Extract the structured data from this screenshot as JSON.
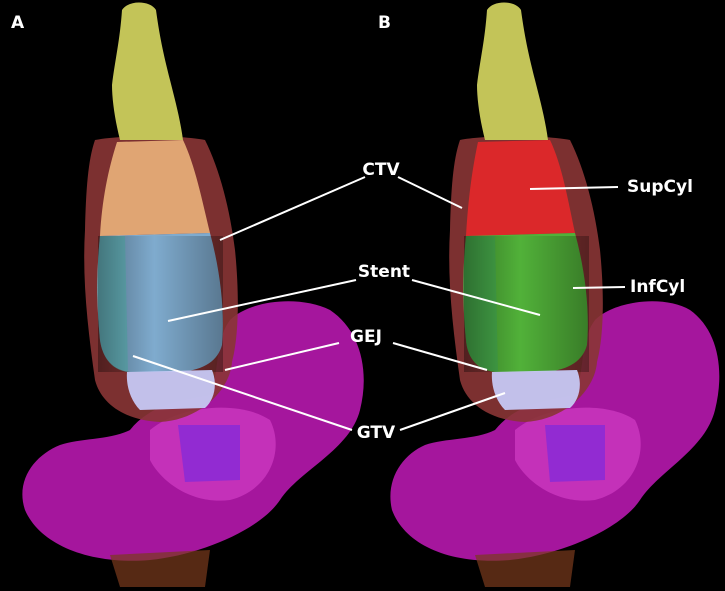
{
  "panels": {
    "a": {
      "letter": "A"
    },
    "b": {
      "letter": "B"
    }
  },
  "labels": {
    "ctv": "CTV",
    "stent": "Stent",
    "gej": "GEJ",
    "gtv": "GTV",
    "supcyl": "SupCyl",
    "infcyl": "InfCyl"
  },
  "colors": {
    "background": "#000000",
    "esophagus": "#c3c458",
    "ctv_shell": "#8a3535",
    "ctv_upper": "#e8b07a",
    "stent_blue": "#7fb6dc",
    "supcyl_red": "#e0282a",
    "infcyl_green": "#4fb83a",
    "gej_lavender": "#c6c8f4",
    "gtv_magenta": "#c21ab8",
    "gtv_core": "#8a2ad6",
    "annotation": "#ffffff"
  }
}
